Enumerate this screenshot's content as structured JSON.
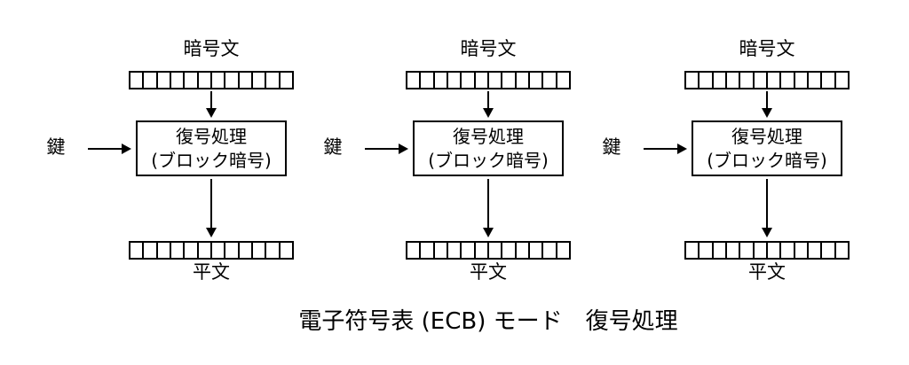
{
  "diagram": {
    "caption": "電子符号表 (ECB) モード　復号処理",
    "cells_per_register": 12,
    "unit_count": 3,
    "colors": {
      "line": "#000000",
      "background": "#ffffff"
    },
    "unit": {
      "ciphertext_label": "暗号文",
      "key_label": "鍵",
      "box_line1": "復号処理",
      "box_line2": "(ブロック暗号)",
      "plaintext_label": "平文"
    }
  }
}
